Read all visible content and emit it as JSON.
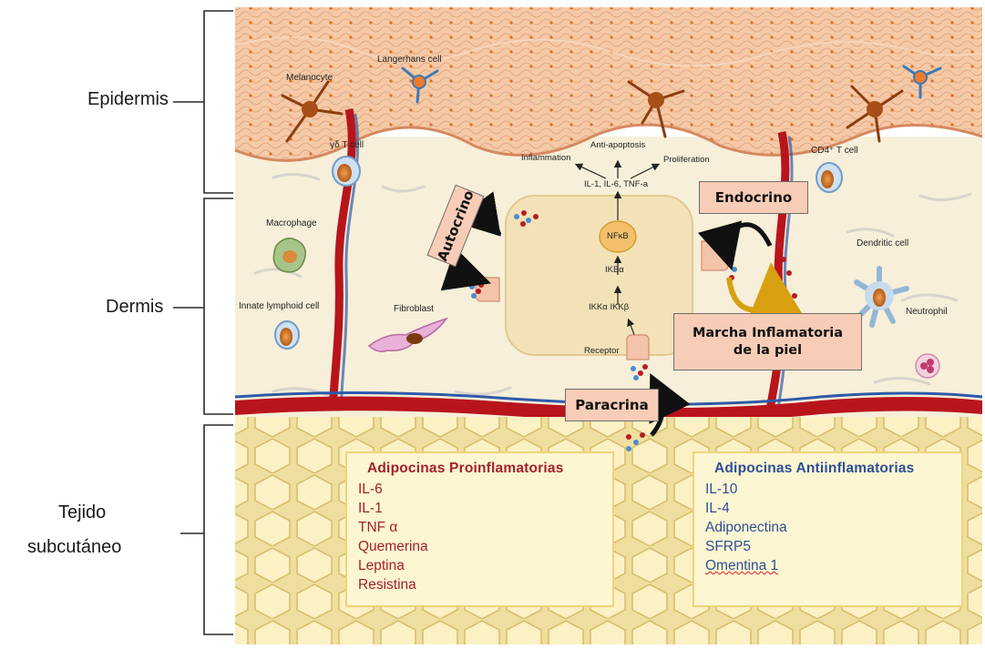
{
  "layers": {
    "epidermis": "Epidermis",
    "dermis": "Dermis",
    "subcutaneous_line1": "Tejido",
    "subcutaneous_line2": "subcutáneo"
  },
  "cells": {
    "melanocyte": "Melanocyte",
    "langerhans": "Langerhans cell",
    "gd_t_cell": "γδ T cell",
    "cd4_t_cell": "CD4⁺ T cell",
    "macrophage": "Macrophage",
    "innate_lymphoid": "Innate lymphoid cell",
    "fibroblast": "Fibroblast",
    "dendritic": "Dendritic cell",
    "neutrophil": "Neutrophil"
  },
  "pathway": {
    "inflammation": "Inflammation",
    "anti_apoptosis": "Anti-apoptosis",
    "proliferation": "Proliferation",
    "cytokines": "IL-1, IL-6, TNF-a",
    "nfkb": "NFκB",
    "ikba": "IKBα",
    "ikk": "IKKα  IKKβ",
    "receptor": "Receptor"
  },
  "signaling": {
    "autocrino": "Autocrino",
    "endocrino": "Endocrino",
    "marcha_line1": "Marcha Inflamatoria",
    "marcha_line2": "de la piel",
    "paracrina": "Paracrina"
  },
  "adipocinas": {
    "pro_title": "Adipocinas  Proinflamatorias",
    "pro_items": [
      "IL-6",
      "IL-1",
      "TNF α",
      "Quemerina",
      "Leptina",
      "Resistina"
    ],
    "anti_title": "Adipocinas  Antiinflamatorias",
    "anti_items": [
      "IL-10",
      "IL-4",
      "Adiponectina",
      "SFRP5",
      "Omentina 1"
    ]
  },
  "colors": {
    "pro_text": "#a3212b",
    "anti_text": "#2e4f95",
    "tag_fill": "#f8cdb7",
    "box_fill": "#fdf6d3",
    "blood_red": "#b8141c",
    "vessel_blue": "#2e5aa8"
  }
}
